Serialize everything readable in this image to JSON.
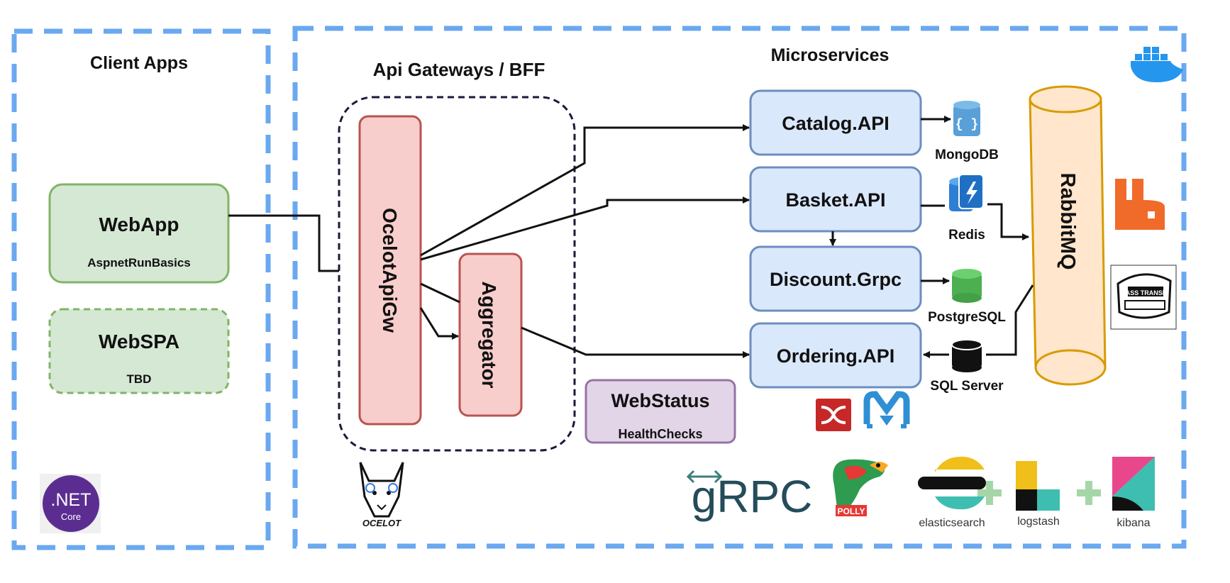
{
  "sections": {
    "client_apps": "Client Apps",
    "gateways": "Api Gateways / BFF",
    "microservices": "Microservices"
  },
  "clients": {
    "webapp": {
      "title": "WebApp",
      "subtitle": "AspnetRunBasics"
    },
    "webspa": {
      "title": "WebSPA",
      "subtitle": "TBD"
    }
  },
  "gateway": {
    "ocelot": "OcelotApiGw",
    "aggregator": "Aggregator"
  },
  "services": {
    "catalog": "Catalog.API",
    "basket": "Basket.API",
    "discount": "Discount.Grpc",
    "ordering": "Ordering.API"
  },
  "databases": {
    "mongodb": "MongoDB",
    "redis": "Redis",
    "postgresql": "PostgreSQL",
    "sqlserver": "SQL Server"
  },
  "broker": "RabbitMQ",
  "webstatus": {
    "title": "WebStatus",
    "subtitle": "HealthChecks"
  },
  "logos": {
    "dotnet_main": ".NET",
    "dotnet_sub": "Core",
    "ocelot": "OCELOT",
    "grpc": "gRPC",
    "polly": "POLLY",
    "elasticsearch": "elasticsearch",
    "logstash": "logstash",
    "kibana": "kibana",
    "masstransit": "MASS TRANSIT"
  },
  "colors": {
    "frame_blue": "#6aa8f0",
    "client_green_fill": "#d5e8d4",
    "client_green_stroke": "#82b366",
    "gateway_red_fill": "#f8cecc",
    "gateway_red_stroke": "#b85450",
    "service_fill": "#dae8fc",
    "service_stroke": "#6c8ebf",
    "rabbit_fill": "#ffe6cc",
    "rabbit_stroke": "#d79b00",
    "webstatus_fill": "#e1d5e7",
    "webstatus_stroke": "#9673a6"
  }
}
